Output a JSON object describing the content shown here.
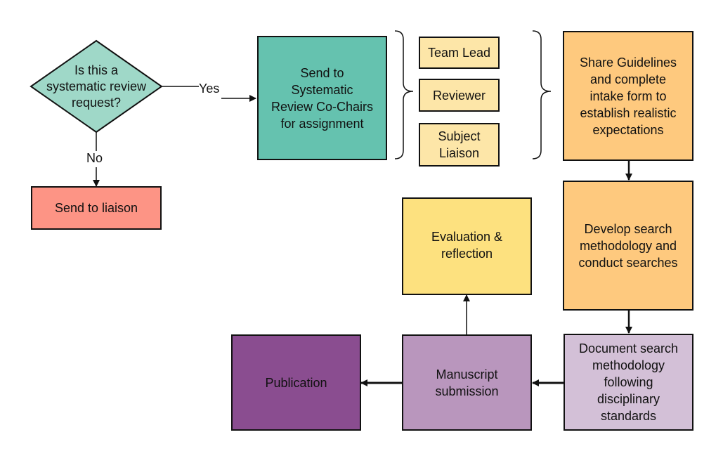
{
  "colors": {
    "decision": "#9fd8c8",
    "co_chairs": "#65c2af",
    "liaison": "#fd9485",
    "roles": "#fde6a8",
    "orange": "#fec97e",
    "evaluation": "#fde17f",
    "document": "#d3c0d7",
    "manuscript": "#b996bd",
    "publication": "#8a4d90"
  },
  "nodes": {
    "decision": "Is this a\nsystematic review\nrequest?",
    "send_to_liaison": "Send to liaison",
    "co_chairs": "Send to\nSystematic\nReview Co-Chairs\nfor assignment",
    "team_lead": "Team Lead",
    "reviewer": "Reviewer",
    "subject_liaison": "Subject\nLiaison",
    "share_guidelines": "Share Guidelines\nand complete\nintake form to\nestablish realistic\nexpectations",
    "develop_search": "Develop search\nmethodology and\nconduct searches",
    "document_search": "Document search\nmethodology\nfollowing\ndisciplinary\nstandards",
    "manuscript": "Manuscript\nsubmission",
    "publication": "Publication",
    "evaluation": "Evaluation &\nreflection"
  },
  "edge_labels": {
    "yes": "Yes",
    "no": "No"
  }
}
